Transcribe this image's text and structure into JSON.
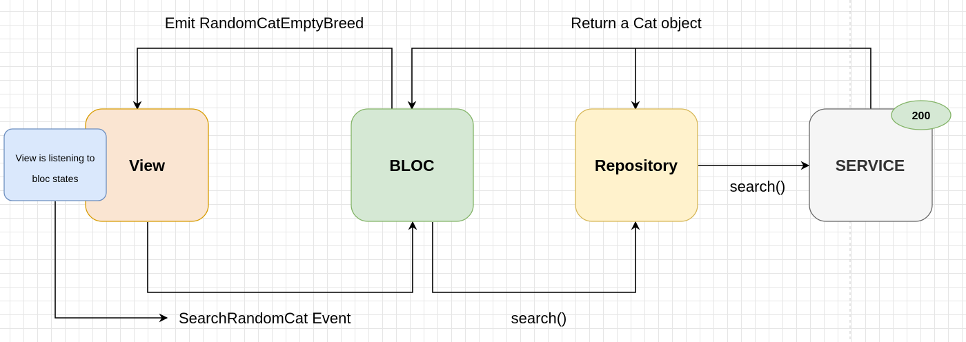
{
  "nodes": {
    "view": {
      "label": "View",
      "fill": "#fae5d2",
      "stroke": "#d79b00"
    },
    "bloc": {
      "label": "BLOC",
      "fill": "#d5e8d4",
      "stroke": "#82b366"
    },
    "repository": {
      "label": "Repository",
      "fill": "#fff2cc",
      "stroke": "#d6b656"
    },
    "service": {
      "label": "SERVICE",
      "fill": "#f5f5f5",
      "stroke": "#666666"
    }
  },
  "note": {
    "line1": "View is listening to",
    "line2": "bloc states",
    "fill": "#dae8fc",
    "stroke": "#6c8ebf"
  },
  "badge": {
    "label": "200",
    "fill": "#d5e8d4",
    "stroke": "#82b366"
  },
  "edge_labels": {
    "emit": "Emit RandomCatEmptyBreed",
    "return_cat": "Return a Cat object",
    "repo_to_service": "search()",
    "bloc_to_repo": "search()",
    "event": "SearchRandomCat Event"
  }
}
